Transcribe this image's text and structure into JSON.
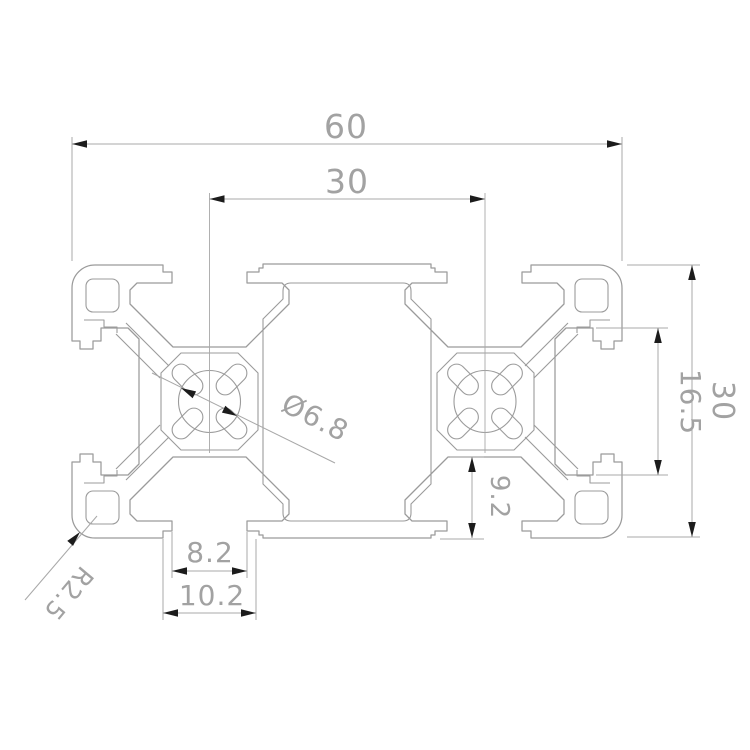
{
  "drawing": {
    "title": "aluminium-extrusion-profile-3060-cross-section",
    "dimensions": {
      "overall_width": "60",
      "hole_spacing": "30",
      "overall_height": "30",
      "end_cavity_height": "16.5",
      "slot_cavity_depth": "9.2",
      "slot_inner_width": "8.2",
      "slot_outer_width": "10.2",
      "center_hole_diameter": "Ø6.8",
      "corner_radius": "R2.5"
    },
    "colors": {
      "line": "#9b9b9b",
      "dimension_line": "#a8a8a8",
      "text": "#a2a2a2",
      "arrow": "#1c1c1c",
      "background": "#ffffff"
    }
  }
}
